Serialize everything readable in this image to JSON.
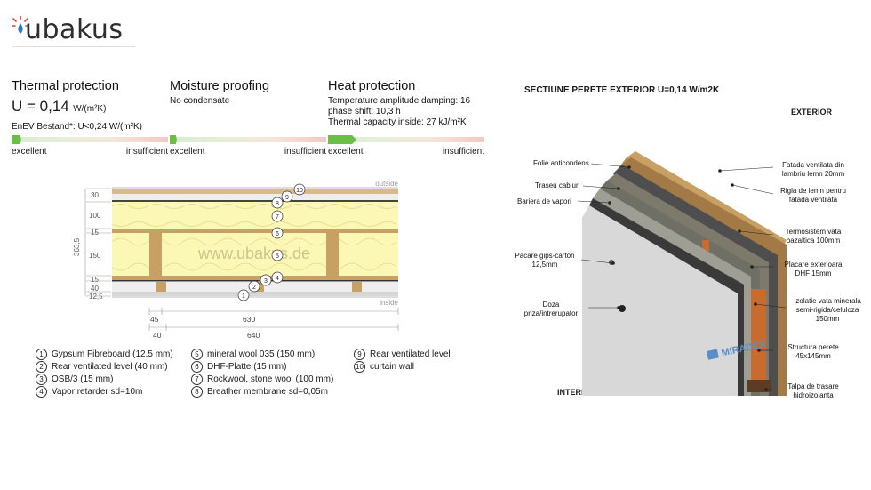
{
  "logo": {
    "text": "ubakus"
  },
  "thermal": {
    "title": "Thermal protection",
    "u_value": "U = 0,14",
    "u_unit": "W/(m²K)",
    "requirement": "EnEV Bestand*: U<0,24 W/(m²K)",
    "scale_level": 0.06,
    "scale_left": "excellent",
    "scale_right": "insufficient"
  },
  "moisture": {
    "title": "Moisture proofing",
    "line1": "No condensate",
    "scale_level": 0.04,
    "scale_left": "excellent",
    "scale_right": "insufficient"
  },
  "heat": {
    "title": "Heat protection",
    "line1": "Temperature amplitude damping: 16",
    "line2": "phase shift: 10,3 h",
    "line3": "Thermal capacity inside: 27 kJ/m²K",
    "scale_level": 0.18,
    "scale_left": "excellent",
    "scale_right": "insufficient"
  },
  "section": {
    "outside": "outside",
    "inside": "inside",
    "watermark": "www.ubakus.de",
    "total": "363,5",
    "layers": [
      "30",
      "100",
      "15",
      "150",
      "15",
      "40",
      "12,5"
    ],
    "dims_top": [
      "45",
      "630"
    ],
    "dims_bottom": [
      "40",
      "640"
    ],
    "callouts": [
      "10",
      "9",
      "8",
      "7",
      "6",
      "5",
      "4",
      "3",
      "2",
      "1"
    ]
  },
  "legend": [
    {
      "n": "1",
      "text": "Gypsum Fibreboard (12,5 mm)"
    },
    {
      "n": "2",
      "text": "Rear ventilated level (40 mm)"
    },
    {
      "n": "3",
      "text": "OSB/3 (15 mm)"
    },
    {
      "n": "4",
      "text": "Vapor retarder sd=10m"
    },
    {
      "n": "5",
      "text": "mineral wool 035 (150 mm)"
    },
    {
      "n": "6",
      "text": "DHF-Platte (15 mm)"
    },
    {
      "n": "7",
      "text": "Rockwool, stone wool (100 mm)"
    },
    {
      "n": "8",
      "text": "Breather membrane sd=0,05m"
    },
    {
      "n": "9",
      "text": "Rear ventilated level"
    },
    {
      "n": "10",
      "text": "curtain wall"
    }
  ],
  "wall": {
    "title": "SECTIUNE PERETE EXTERIOR U=0,14 W/m2K",
    "exterior": "EXTERIOR",
    "interior": "INTERIOR",
    "brand": "MIRADEX",
    "left_labels": [
      "Folie anticondens",
      "Traseu cabluri",
      "Bariera de vapori",
      "Pacare gips-carton",
      "12,5mm",
      "Doza",
      "priza/intrerupator"
    ],
    "right_labels": [
      "Fatada ventilata din",
      "lambriu lemn 20mm",
      "Rigla de lemn pentru",
      "fatada ventilata",
      "Termosistem vata",
      "bazaltica 100mm",
      "Placare exterioara",
      "DHF 15mm",
      "Izolatie vata minerala",
      "semi-rigida/celuloza",
      "150mm",
      "Structura perete",
      "45x145mm",
      "Talpa de trasare",
      "hidroizolanta"
    ]
  },
  "colors": {
    "accent_green": "#6cbf46",
    "logo_blue": "#2f78c4",
    "insulation": "#fbf7b5",
    "wood": "#c8a063"
  }
}
